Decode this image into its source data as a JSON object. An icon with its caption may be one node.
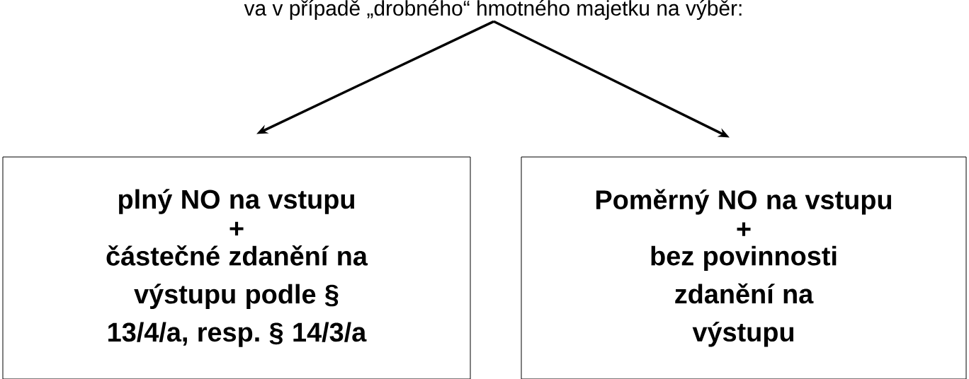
{
  "diagram": {
    "nodes": [
      {
        "text": [
          "va v případě „drobného“ hmotného majetku na výběr:"
        ]
      },
      {
        "text": [
          "plný NO na vstupu",
          "+",
          "částečné zdanění na výstupu podle § 13/4/a, resp. § 14/3/a"
        ]
      },
      {
        "text": [
          "Poměrný NO na vstupu",
          "+",
          "bez povinnosti zdanění na výstupu"
        ]
      }
    ],
    "edges": [
      {
        "from": 0,
        "to": 1,
        "arrow": "to"
      },
      {
        "from": 0,
        "to": 2,
        "arrow": "to"
      }
    ]
  }
}
